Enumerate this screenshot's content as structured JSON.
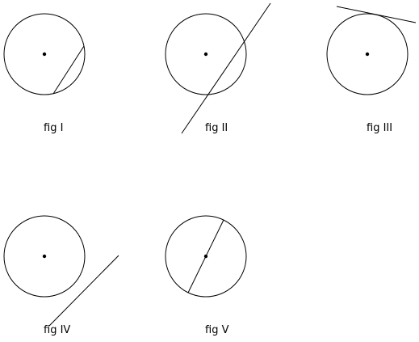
{
  "figures": [
    {
      "label": "fig I"
    },
    {
      "label": "fig II"
    },
    {
      "label": "fig III"
    },
    {
      "label": "fig IV"
    },
    {
      "label": "fig V"
    }
  ],
  "colors": {
    "stroke": "#000000",
    "background": "#ffffff"
  }
}
